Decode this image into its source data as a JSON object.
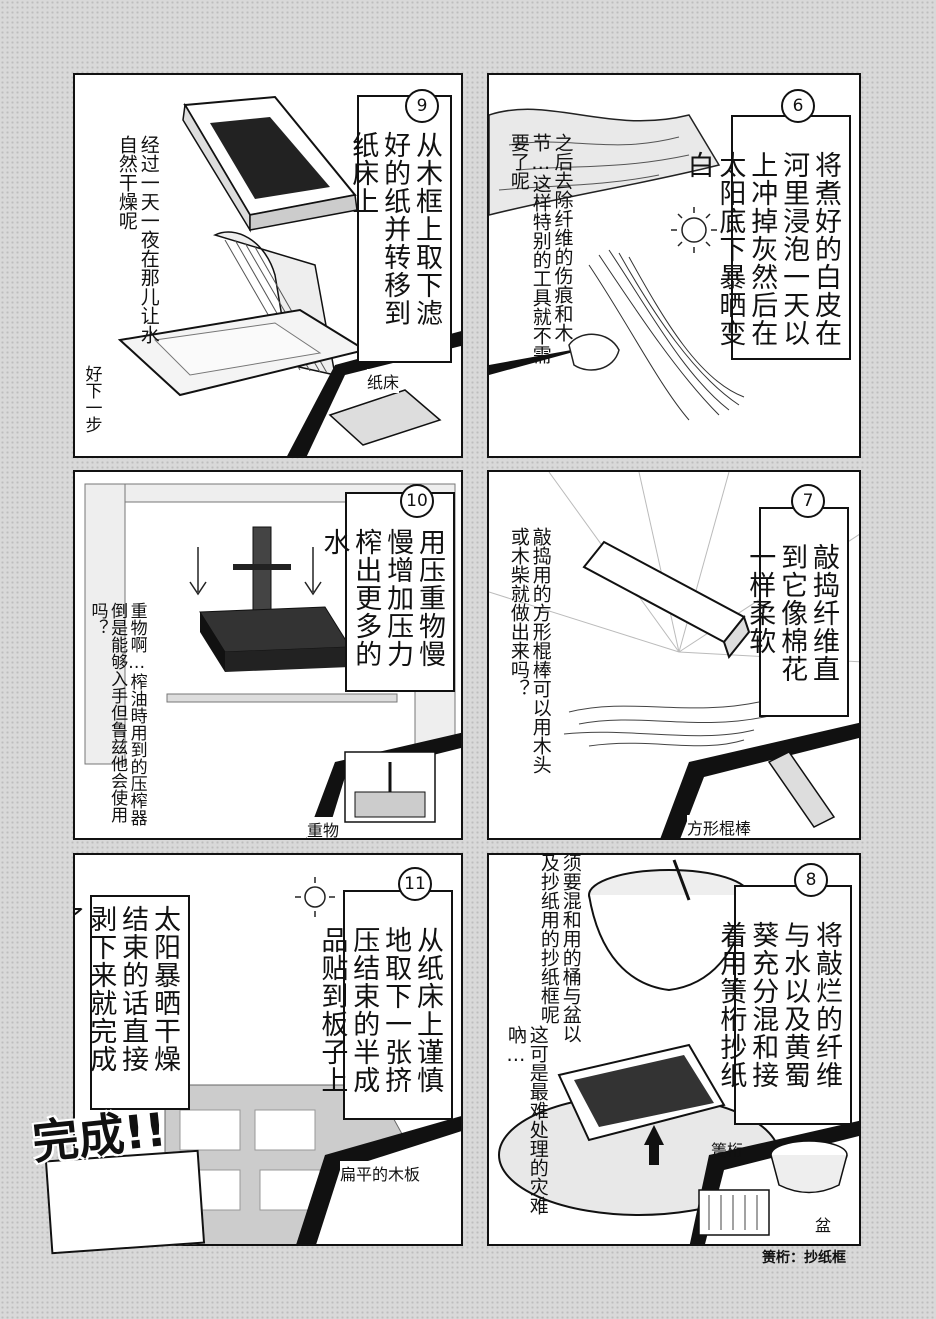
{
  "panels": {
    "p9": {
      "num": "9",
      "box": "从木框上取下滤好的纸并转移到纸床上",
      "note": "经过一天一夜在那儿让水自然干燥呢",
      "side": "好下一步",
      "label": "纸床"
    },
    "p6": {
      "num": "6",
      "box": "将煮好的白皮在河里浸泡一天以上冲掉灰然后在太阳底下暴晒变白",
      "note": "之后去除纤维的伤痕和木节…这样特别的工具就不需要了呢"
    },
    "p10": {
      "num": "10",
      "box": "用压重物慢慢增加压力榨出更多的水",
      "note": "重物啊…榨油時用到的压榨器倒是能够入手但鲁兹他会使用吗？",
      "label": "重物"
    },
    "p7": {
      "num": "7",
      "box": "敲捣纤维直到它像棉花一样柔软",
      "note": "敲捣用的方形棍棒可以用木头或木柴就做出来吗？",
      "label": "方形棍棒"
    },
    "p11": {
      "num": "11",
      "box": "从纸床上谨慎地取下一张挤压结束的半成品贴到板子上",
      "box2": "太阳暴晒干燥结束的话直接剥下来就完成了",
      "label": "扁平的木板",
      "done": "完成!!"
    },
    "p8": {
      "num": "8",
      "box": "将敲烂的纤维与水以及黄蜀葵充分混和接着用箦桁抄纸",
      "note": "须要混和用的桶与盆以及抄纸用的抄纸框呢",
      "note2": "这可是最难处理的灾难吶…",
      "label_sketa": "箦桁",
      "label_bowl": "盆"
    }
  },
  "footer": "箦桁：抄纸框"
}
